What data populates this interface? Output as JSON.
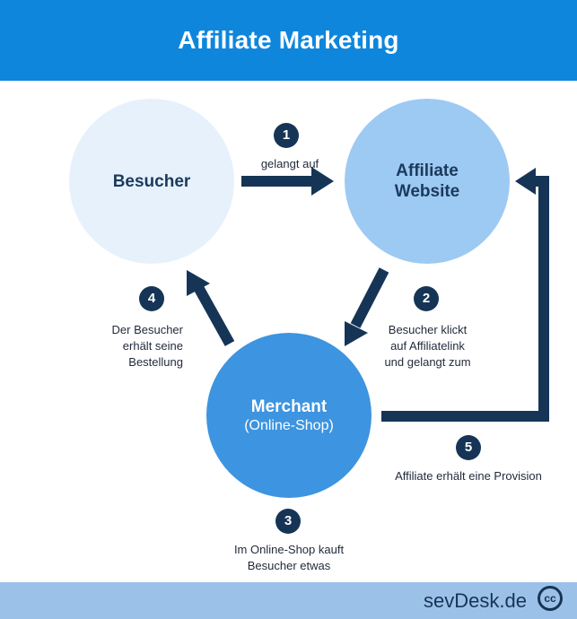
{
  "header": {
    "title": "Affiliate Marketing"
  },
  "nodes": {
    "visitor": {
      "label": "Besucher"
    },
    "affiliate": {
      "line1": "Affiliate",
      "line2": "Website"
    },
    "merchant": {
      "label": "Merchant",
      "sub": "(Online-Shop)"
    }
  },
  "steps": [
    {
      "number": "1",
      "lines": [
        "gelangt auf"
      ]
    },
    {
      "number": "2",
      "lines": [
        "Besucher klickt",
        "auf Affiliatelink",
        "und gelangt zum"
      ]
    },
    {
      "number": "3",
      "lines": [
        "Im Online-Shop kauft",
        "Besucher etwas"
      ]
    },
    {
      "number": "4",
      "lines": [
        "Der Besucher",
        "erhält seine",
        "Bestellung"
      ]
    },
    {
      "number": "5",
      "lines": [
        "Affiliate erhält eine Provision"
      ]
    }
  ],
  "colors": {
    "header": "#0e86dc",
    "visitor_circle": "#e6f1fc",
    "affiliate_circle": "#9dcaf2",
    "merchant_circle": "#3d94e0",
    "arrow": "#163556",
    "footer": "#9cc1e9"
  },
  "footer": {
    "brand": "sevDesk.de",
    "license_icon": "cc-icon",
    "license_text": "cc"
  }
}
